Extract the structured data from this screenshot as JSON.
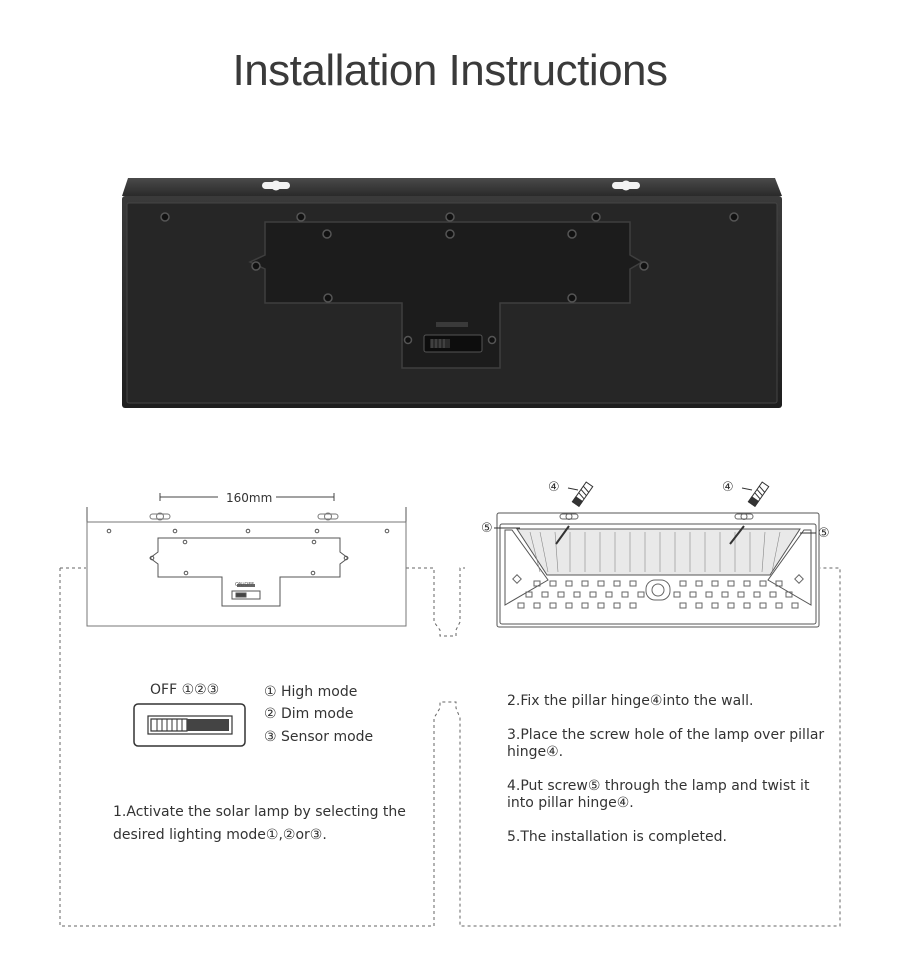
{
  "title": "Installation Instructions",
  "dimension_label": "160mm",
  "switch": {
    "header": "OFF ①②③",
    "modes": [
      "① High mode",
      "② Dim mode",
      "③ Sensor mode"
    ],
    "marking": "ON/OFF"
  },
  "left_panel": {
    "step1_line1": "1.Activate the solar lamp by selecting the",
    "step1_line2": "desired lighting mode①,②or③."
  },
  "right_panel": {
    "step2": "2.Fix the pillar hinge④into the wall.",
    "step3_line1": "3.Place the screw hole of the lamp over pillar",
    "step3_line2": "hinge④.",
    "step4_line1": "4.Put screw⑤ through the lamp and twist it",
    "step4_line2": "into pillar hinge④.",
    "step5": "5.The installation is completed."
  },
  "callouts": {
    "hinge": "④",
    "screw": "⑤"
  }
}
